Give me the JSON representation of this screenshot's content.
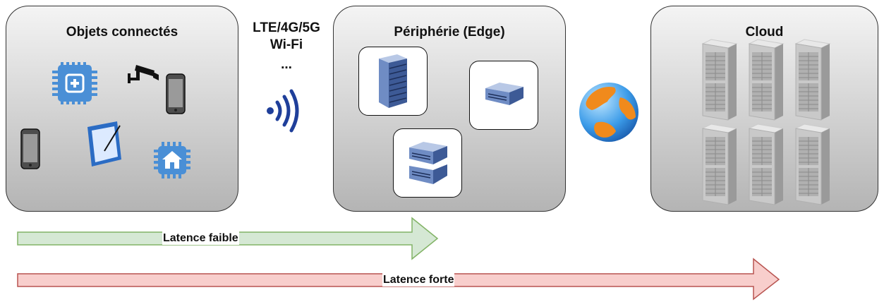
{
  "panels": {
    "iot": {
      "title": "Objets connectés"
    },
    "edge": {
      "title": "Périphérie (Edge)"
    },
    "cloud": {
      "title": "Cloud"
    }
  },
  "network": {
    "line1": "LTE/4G/5G",
    "line2": "Wi-Fi",
    "line3": "..."
  },
  "arrows": {
    "low": {
      "label": "Latence faible",
      "color": "#d5e8d4",
      "stroke": "#82b366"
    },
    "high": {
      "label": "Latence forte",
      "color": "#f8cecc",
      "stroke": "#b85450"
    }
  },
  "icons": [
    "chip-plus-icon",
    "cctv-camera-icon",
    "smartphone-icon",
    "tablet-icon",
    "chip-home-icon",
    "wifi-signal-icon",
    "server-rack-icon",
    "network-switch-icon",
    "server-stack-icon",
    "globe-icon",
    "cloud-server-icon"
  ]
}
